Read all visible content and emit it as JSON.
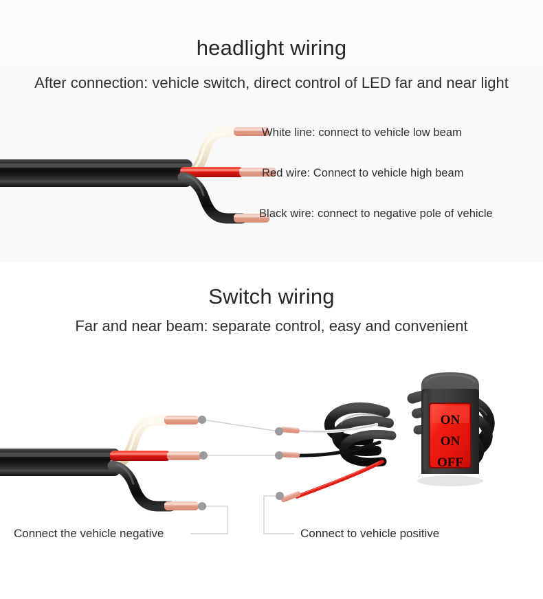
{
  "page": {
    "background": "#ffffff",
    "accent_red": "#ee1b12",
    "wire_cream": "#f2e8d5",
    "wire_black": "#1a1a1a",
    "copper_tip": "#e8a99b",
    "connector_dot": "#9b9b9b",
    "leader_line": "#c9c9c9"
  },
  "section_headlight": {
    "title": "headlight wiring",
    "subtitle": "After connection: vehicle switch, direct control of LED far and near light",
    "labels": [
      {
        "id": "white",
        "text": "White line: connect to vehicle low beam"
      },
      {
        "id": "red",
        "text": "Red wire: Connect to vehicle high beam"
      },
      {
        "id": "black",
        "text": "Black wire: connect to negative pole of vehicle"
      }
    ]
  },
  "section_switch": {
    "title": "Switch wiring",
    "subtitle": "Far and near beam: separate control, easy and convenient",
    "switch": {
      "housing_color": "#3a3c3e",
      "face_color": "#ee1b12",
      "positions": [
        "ON",
        "ON",
        "OFF"
      ]
    },
    "captions": [
      {
        "id": "negative",
        "text": "Connect the vehicle negative"
      },
      {
        "id": "positive",
        "text": "Connect to vehicle positive"
      }
    ]
  }
}
